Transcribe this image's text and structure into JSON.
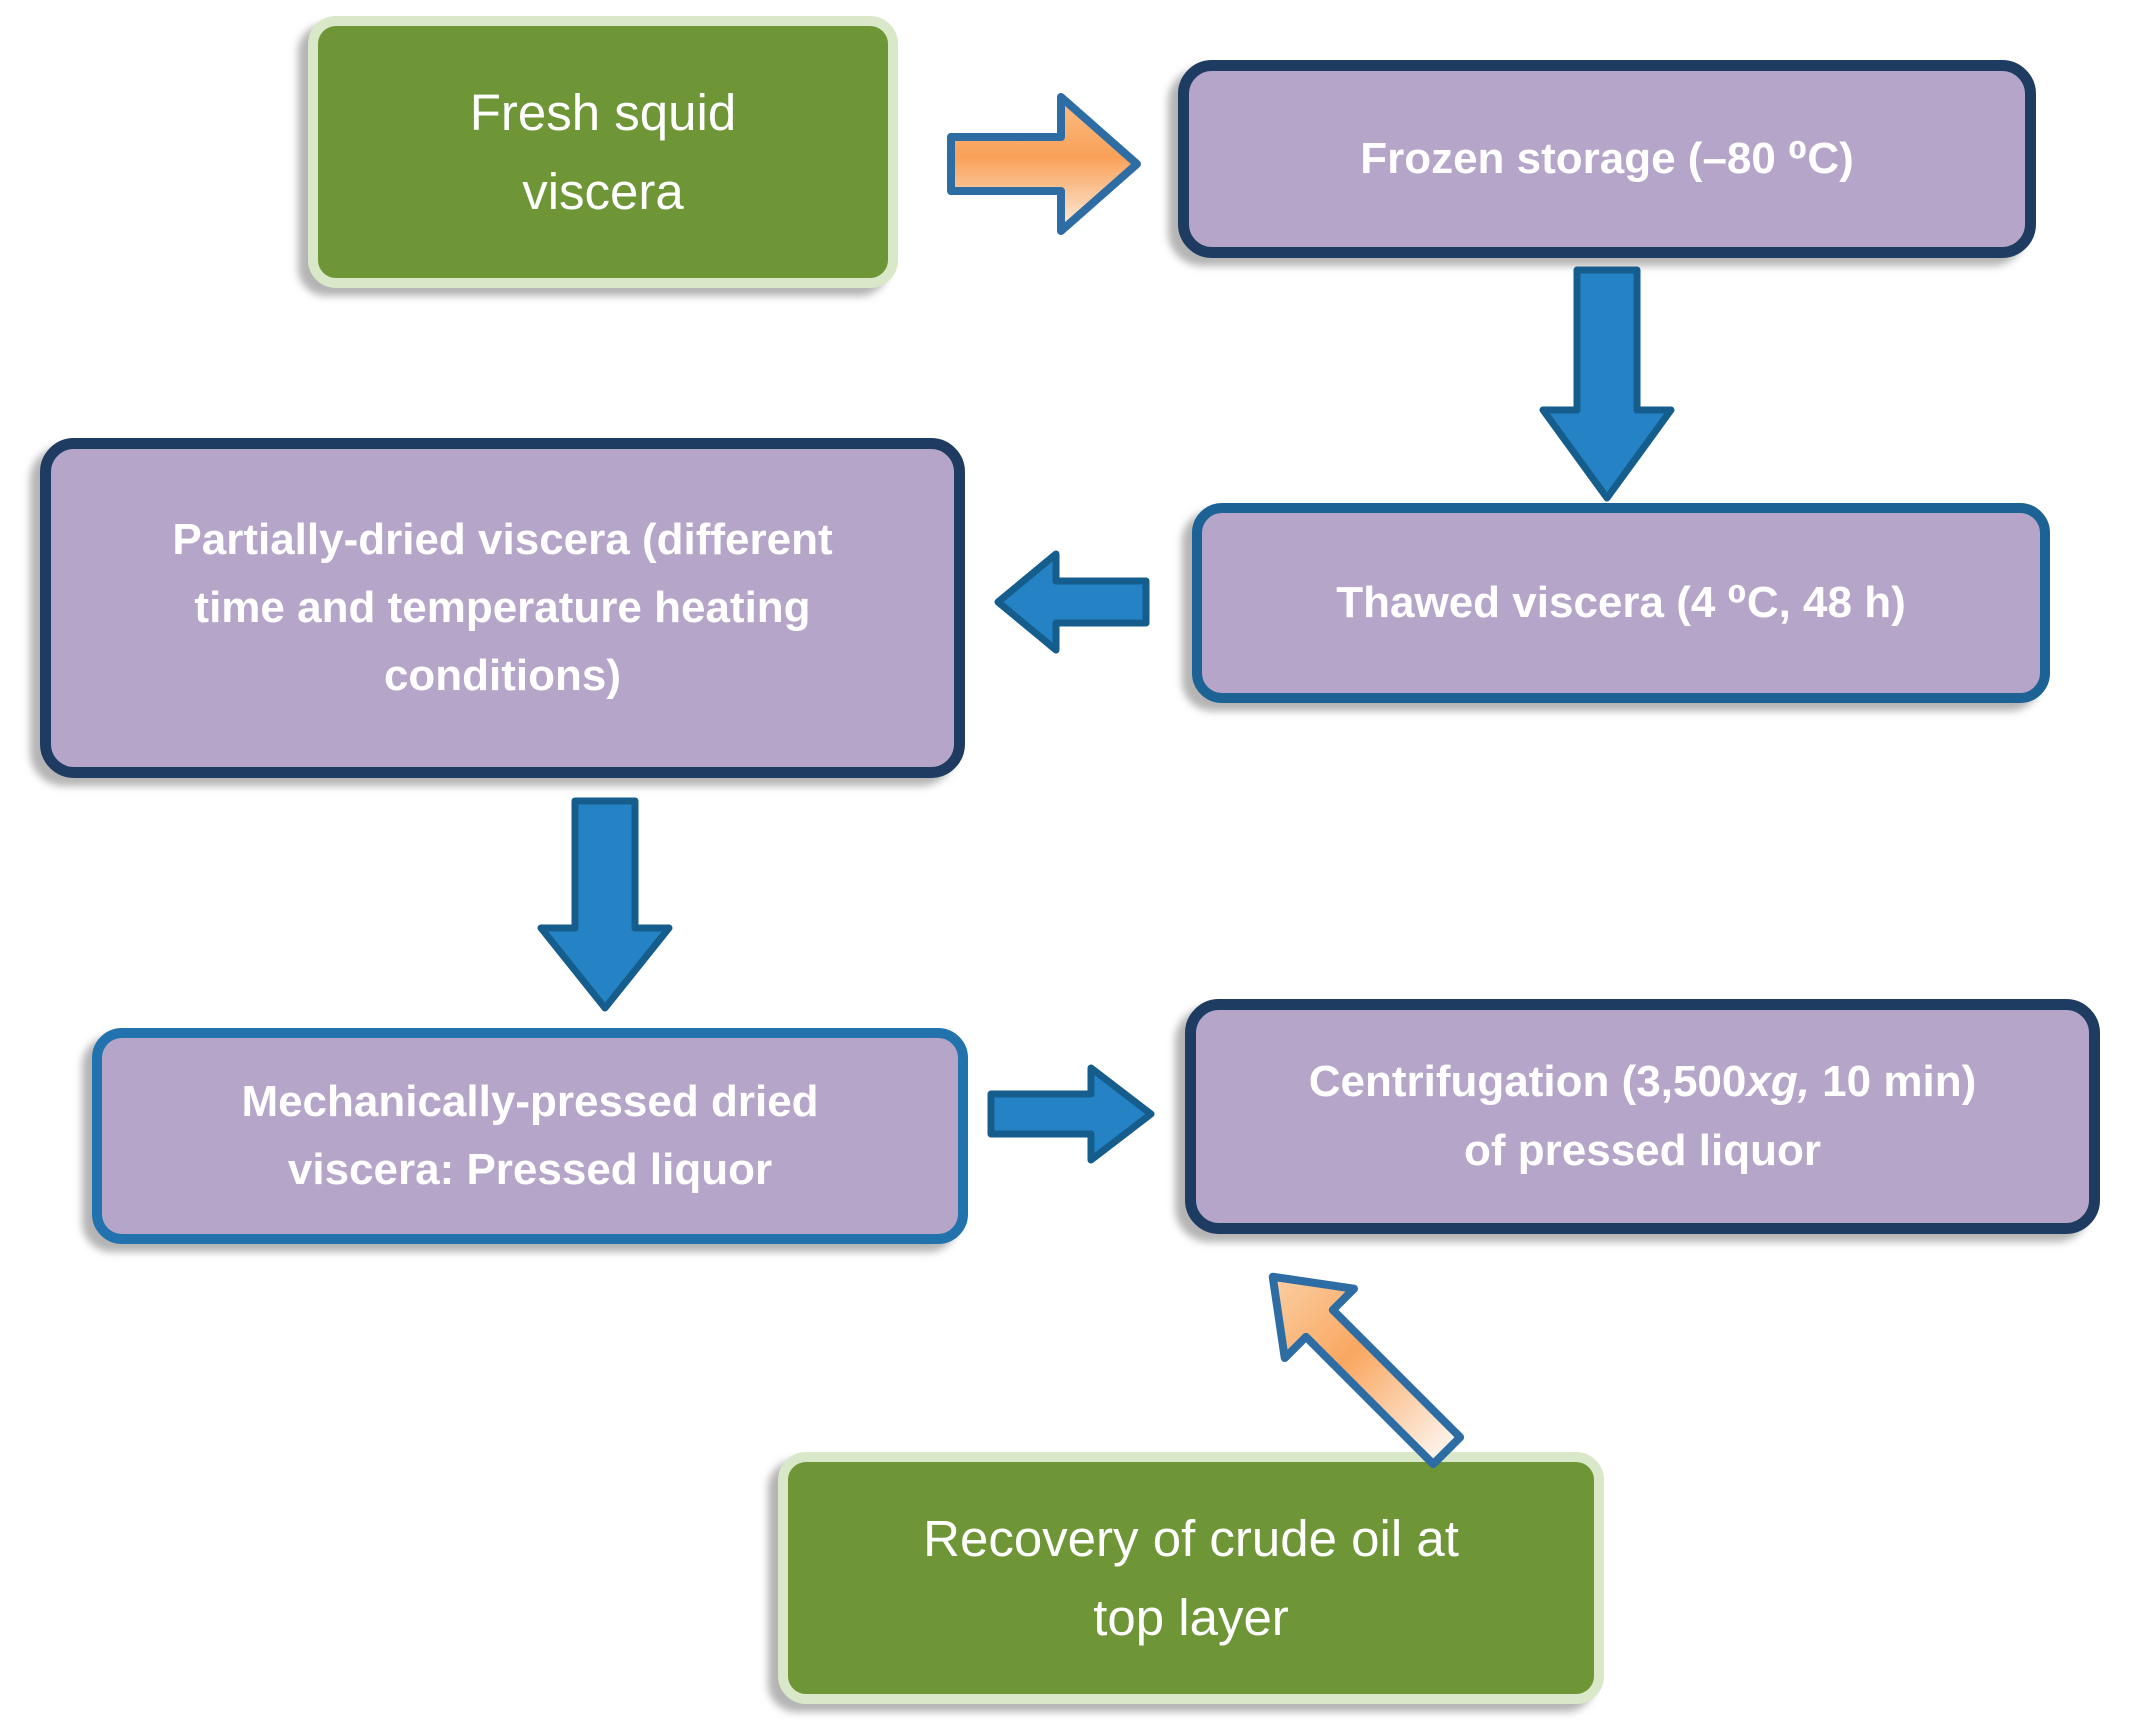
{
  "colors": {
    "green_fill": "#6e9637",
    "green_border": "#d9e8c8",
    "purple_fill": "#b5a5c9",
    "navy_border": "#1e3c61",
    "steel_border": "#1d6294",
    "blue_border": "#2273ad",
    "arrow_blue_fill": "#2583c5",
    "arrow_blue_stroke": "#155d8c",
    "arrow_orange_stroke": "#2e6da4",
    "orange_gradient_light": "#fbbd85",
    "orange_gradient_mid": "#f9a158",
    "orange_gradient_pale": "#fdeee2"
  },
  "flowchart": {
    "nodes": {
      "fresh": {
        "label": "Fresh squid\nviscera",
        "shape": "green-rounded-rect"
      },
      "frozen": {
        "label": "Frozen storage (–80 ⁰C)",
        "shape": "purple-rounded-rect-navy-border"
      },
      "thawed": {
        "label": "Thawed viscera (4 ⁰C, 48 h)",
        "shape": "purple-rounded-rect-blue-border"
      },
      "partial": {
        "label": "Partially-dried viscera (different\ntime and temperature heating\nconditions)",
        "shape": "purple-rounded-rect-navy-border"
      },
      "mech": {
        "label": "Mechanically-pressed dried\nviscera: Pressed liquor",
        "shape": "purple-rounded-rect-blue-border"
      },
      "centrifugation": {
        "pre": "Centrifugation (3,500",
        "italic": "xg,",
        "post": " 10 min)\nof pressed liquor",
        "shape": "purple-rounded-rect-navy-border"
      },
      "recovery": {
        "label": "Recovery of crude oil at\ntop layer",
        "shape": "green-rounded-rect"
      }
    },
    "edges": [
      {
        "from": "fresh",
        "to": "frozen",
        "direction": "right",
        "style": "orange-gradient-block-arrow"
      },
      {
        "from": "frozen",
        "to": "thawed",
        "direction": "down",
        "style": "blue-block-arrow"
      },
      {
        "from": "thawed",
        "to": "partial",
        "direction": "left",
        "style": "blue-block-arrow"
      },
      {
        "from": "partial",
        "to": "mech",
        "direction": "down",
        "style": "blue-block-arrow"
      },
      {
        "from": "mech",
        "to": "centrifugation",
        "direction": "right",
        "style": "blue-block-arrow"
      },
      {
        "from": "centrifugation",
        "to": "recovery",
        "direction": "down-left",
        "style": "orange-gradient-block-arrow"
      }
    ]
  }
}
